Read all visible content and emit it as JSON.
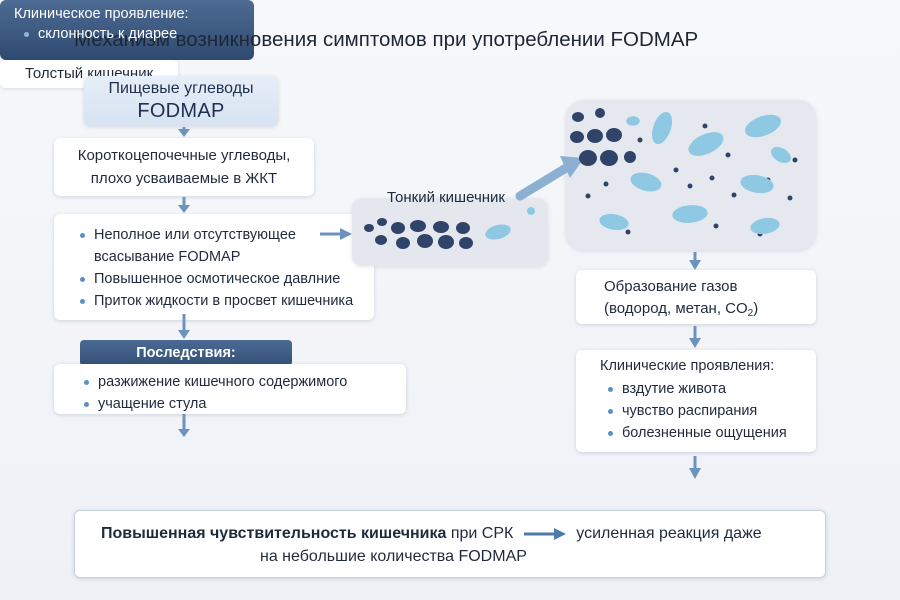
{
  "title": "Механизм возникновения симптомов при употреблении FODMAP",
  "left": {
    "fodmap_line1": "Пищевые углеводы",
    "fodmap_line2": "FODMAP",
    "short_line1": "Короткоцепочечные углеводы,",
    "short_line2": "плохо усваиваемые в ЖКТ",
    "absorb_items": [
      "Неполное или отсутствующее",
      "всасывание FODMAP",
      "Повышенное осмотическое давлние",
      "Приток жидкости в просвет кишечника"
    ],
    "consequences_header": "Последствия:",
    "consequences_items": [
      "разжижение кишечного содержимого",
      "учащение стула"
    ],
    "clinical_header": "Клиническое проявление:",
    "clinical_items": [
      "склонность к диарее"
    ]
  },
  "middle": {
    "small_intestine_label": "Тонкий кишечник"
  },
  "right": {
    "large_intestine_label": "Толстый кишечник",
    "gas_line1": "Образование газов",
    "gas_line2_prefix": "(водород, метан, CO",
    "gas_line2_sub": "2",
    "gas_line2_suffix": ")",
    "clinical_header": "Клинические проявления:",
    "clinical_items": [
      "вздутие живота",
      "чувство распирания",
      "болезненные ощущения"
    ]
  },
  "bottom": {
    "bold_text": "Повышенная чувствительность кишечника",
    "normal_text": "при СРК",
    "result_line1": "усиленная реакция даже",
    "result_line2": "на небольшие количества FODMAP"
  },
  "colors": {
    "arrow": "#6c93bd",
    "dark_blue": "#334f76",
    "bacteria": "#8ec8e3",
    "particles": "#2f4468"
  }
}
